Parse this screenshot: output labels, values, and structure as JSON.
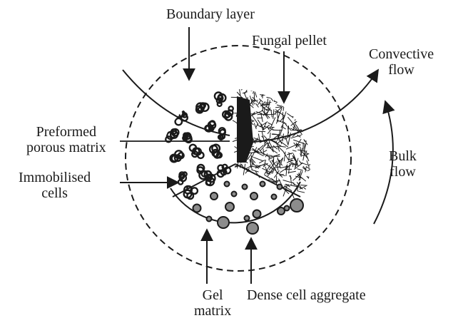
{
  "labels": {
    "boundary_layer": "Boundary layer",
    "fungal_pellet": "Fungal pellet",
    "convective_flow": "Convective\nflow",
    "preformed_porous_matrix": "Preformed\nporous matrix",
    "immobilised_cells": "Immobilised\ncells",
    "bulk_flow": "Bulk\nflow",
    "gel_matrix": "Gel\nmatrix",
    "dense_cell_aggregate": "Dense cell aggregate"
  },
  "colors": {
    "ink": "#1a1a1a",
    "bead_fill": "#8c8c8c",
    "background": "#ffffff"
  }
}
